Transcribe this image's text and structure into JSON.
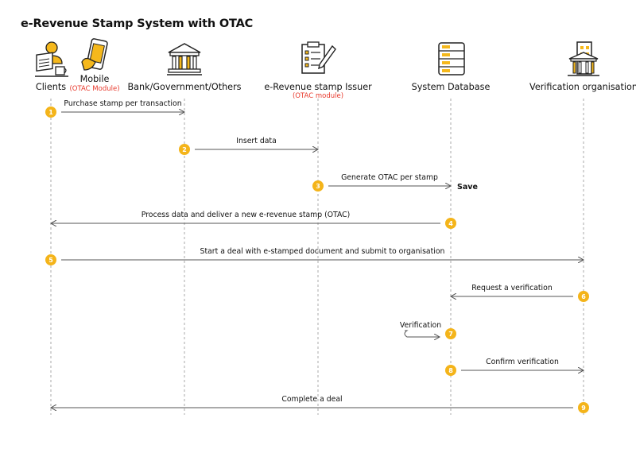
{
  "title": "e-Revenue Stamp System with OTAC",
  "lanes": [
    {
      "label": "Clients"
    },
    {
      "label": "Bank/Government/Others"
    },
    {
      "label": "e-Revenue stamp Issuer",
      "sub": "(OTAC module)"
    },
    {
      "label": "System Database"
    },
    {
      "label": "Verification organisation"
    }
  ],
  "mobile": {
    "label": "Mobile",
    "sub": "(OTAC Module)"
  },
  "icons": [
    "reading-person-icon",
    "mobile-phone-icon",
    "bank-building-icon",
    "clipboard-checklist-icon",
    "server-database-icon",
    "office-building-icon"
  ],
  "colors": {
    "step": "#f4b41a",
    "accent": "#e8392c",
    "line": "#555555",
    "lifeline": "#a8a8a8",
    "icon_yellow": "#f5b81c"
  },
  "steps": [
    {
      "num": "1",
      "from": 0,
      "to": 1,
      "label": "Purchase stamp per transaction"
    },
    {
      "num": "2",
      "from": 1,
      "to": 2,
      "label": "Insert data"
    },
    {
      "num": "3",
      "from": 2,
      "to": 3,
      "label": "Generate OTAC per stamp",
      "note": "Save"
    },
    {
      "num": "4",
      "from": 3,
      "to": 0,
      "label": "Process data and deliver a new e-revenue stamp (OTAC)"
    },
    {
      "num": "5",
      "from": 0,
      "to": 4,
      "label": "Start a deal with e-stamped document and submit to organisation"
    },
    {
      "num": "6",
      "from": 4,
      "to": 3,
      "label": "Request a verification"
    },
    {
      "num": "7",
      "from": 3,
      "to": 3,
      "label": "Verification",
      "self": true
    },
    {
      "num": "8",
      "from": 3,
      "to": 4,
      "label": "Confirm verification"
    },
    {
      "num": "9",
      "from": 4,
      "to": 0,
      "label": "Complete a deal"
    }
  ]
}
